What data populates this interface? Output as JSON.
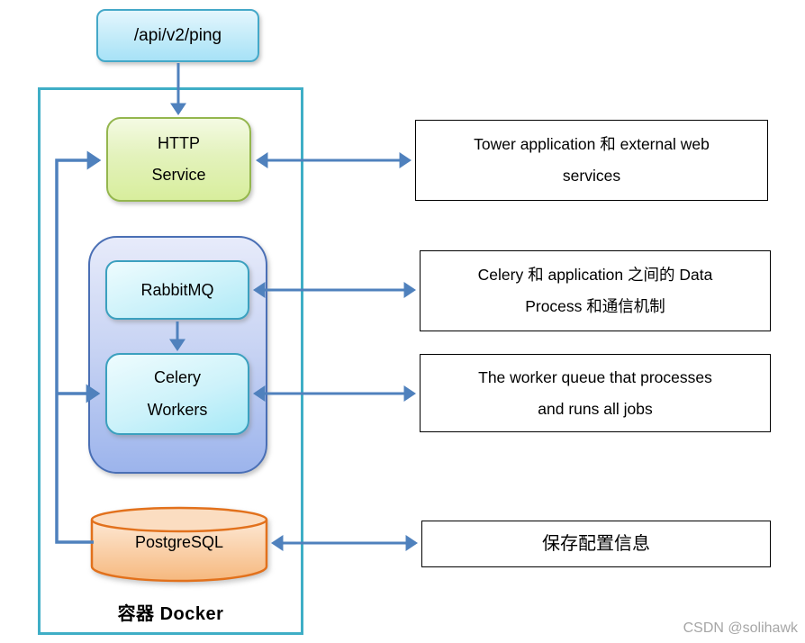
{
  "nodes": {
    "api_endpoint": {
      "label": "/api/v2/ping"
    },
    "http_service": {
      "line1": "HTTP",
      "line2": "Service"
    },
    "rabbitmq": {
      "label": "RabbitMQ"
    },
    "celery_workers": {
      "line1": "Celery",
      "line2": "Workers"
    },
    "postgresql": {
      "label": "PostgreSQL"
    },
    "docker_container": {
      "label": "容器 Docker"
    }
  },
  "annotations": {
    "http_service_note": {
      "line1": "Tower application 和 external web",
      "line2": "services"
    },
    "rabbitmq_note": {
      "line1": "Celery 和 application 之间的 Data",
      "line2": "Process 和通信机制"
    },
    "celery_note": {
      "line1": "The worker queue that processes",
      "line2": "and runs all jobs"
    },
    "postgresql_note": {
      "line1": "保存配置信息"
    }
  },
  "watermark": {
    "text": "CSDN @solihawk"
  },
  "colors": {
    "arrow": "#4F81BD",
    "docker_border": "#3FAEC6",
    "api_border": "#44A8C8",
    "http_border": "#94B64E",
    "group_border": "#4A6FB5",
    "queue_border": "#3BA0BF",
    "postgres_border": "#E2711C",
    "annotation_border": "#000000"
  }
}
